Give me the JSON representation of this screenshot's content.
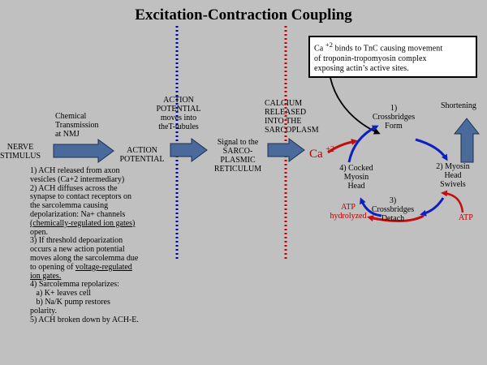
{
  "title": "Excitation-Contraction Coupling",
  "callout": {
    "line1_pre": "Ca ",
    "line1_sup": "+2",
    "line1_post": " binds to TnC causing movement",
    "line2": "of troponin-tropomyosin complex",
    "line3": "exposing actin’s active sites."
  },
  "flow": {
    "nerve_stimulus": "NERVE\nSTIMULUS",
    "chemical_transmission": "Chemical\nTransmission\nat NMJ",
    "action_potential": "ACTION\nPOTENTIAL",
    "ap_moves": "ACTION\nPOTENTIAL\nmoves into\ntheT-tubules",
    "signal_to_sr": "Signal to the\nSARCO-\nPLASMIC\nRETICULUM",
    "calcium_released": "CALCIUM\nRELEASED\nINTO THE\nSARCOPLASM",
    "ca_label": "Ca",
    "ca_charge": "+2"
  },
  "cycle": {
    "step1": "1)\nCrossbridges\nForm",
    "step2": "2) Myosin\nHead\nSwivels",
    "step3": "3)\nCrossbridges\nDetach",
    "step4": "4) Cocked\nMyosin\nHead",
    "shortening": "Shortening",
    "atp_hydrolyzed": "ATP\nhydrolyzed",
    "atp": "ATP"
  },
  "notes": {
    "n1": "1) ACH released from axon\nvesicles (Ca+2 intermediary)",
    "n2": "2) ACH diffuses across the\nsynapse to contact receptors on\nthe sarcolemma causing\ndepolarization: Na+ channels",
    "n2_u": "(chemically-regulated ion gates)",
    "n2_end": "open.",
    "n3": "3) If threshold depoarization\noccurs a new action potential\nmoves along the sarcolemma due\nto opening of ",
    "n3_u1": "voltage-regulated",
    "n3_u2": "ion gates.",
    "n4": "4) Sarcolemma repolarizes:\n   a) K+ leaves cell\n   b) Na/K pump restores\npolarity.",
    "n5": "5) ACH broken down by ACH-E."
  },
  "colors": {
    "background": "#c0c0c0",
    "arrow_fill": "#4a6a9c",
    "blue_line": "#0000aa",
    "red_line": "#cc0000",
    "cycle_blue": "#1020c0",
    "cycle_red": "#c01010",
    "text_red": "#b00000"
  }
}
